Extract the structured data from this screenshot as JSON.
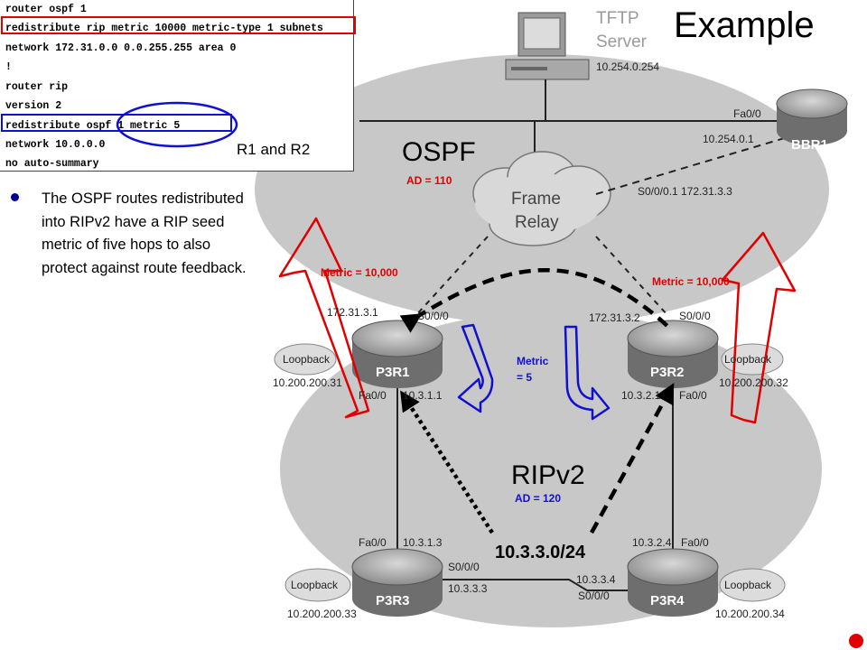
{
  "title": "Example",
  "config": {
    "lines": [
      "router ospf 1",
      "redistribute rip metric 10000 metric-type 1 subnets",
      "network 172.31.0.0 0.0.255.255 area 0",
      "!",
      "router rip",
      "version 2",
      "redistribute ospf 1 metric 5",
      "network 10.0.0.0",
      "no auto-summary"
    ],
    "routers_label": "R1 and R2"
  },
  "bullet": "The OSPF routes redistributed into RIPv2 have a RIP seed metric of five hops to also protect against route feedback.",
  "diagram": {
    "tftp_title": "TFTP",
    "tftp_sub": "Server",
    "tftp_ip": "10.254.0.254",
    "ospf_label": "OSPF",
    "ospf_ad": "AD = 110",
    "frame_relay_1": "Frame",
    "frame_relay_2": "Relay",
    "bbr1": {
      "name": "BBR1",
      "iface": "Fa0/0",
      "ip": "10.254.0.1",
      "serial": "S0/0/0.1 172.31.3.3"
    },
    "metric_left": "Metric = 10,000",
    "metric_right": "Metric = 10,000",
    "metric_mid_1": "Metric",
    "metric_mid_2": "= 5",
    "p3r1": {
      "name": "P3R1",
      "serial_ip": "172.31.3.1",
      "serial": "S0/0/0",
      "loopback": "Loopback",
      "loopback_ip": "10.200.200.31",
      "fa": "Fa0/0",
      "fa_ip": "10.3.1.1"
    },
    "p3r2": {
      "name": "P3R2",
      "serial_ip": "172.31.3.2",
      "serial": "S0/0/0",
      "loopback": "Loopback",
      "loopback_ip": "10.200.200.32",
      "fa": "Fa0/0",
      "fa_ip": "10.3.2.1"
    },
    "ripv2_label": "RIPv2",
    "ripv2_ad": "AD = 120",
    "network": "10.3.3.0/24",
    "p3r3": {
      "name": "P3R3",
      "fa": "Fa0/0",
      "fa_ip": "10.3.1.3",
      "serial": "S0/0/0",
      "serial_ip": "10.3.3.3",
      "loopback": "Loopback",
      "loopback_ip": "10.200.200.33"
    },
    "p3r4": {
      "name": "P3R4",
      "fa": "Fa0/0",
      "fa_ip": "10.3.2.4",
      "serial": "S0/0/0",
      "serial_ip": "10.3.3.4",
      "loopback": "Loopback",
      "loopback_ip": "10.200.200.34"
    }
  },
  "colors": {
    "red": "#e00000",
    "blue": "#1010d0",
    "ellipse": "#c6c6c6",
    "router": "#8a8a8a"
  }
}
